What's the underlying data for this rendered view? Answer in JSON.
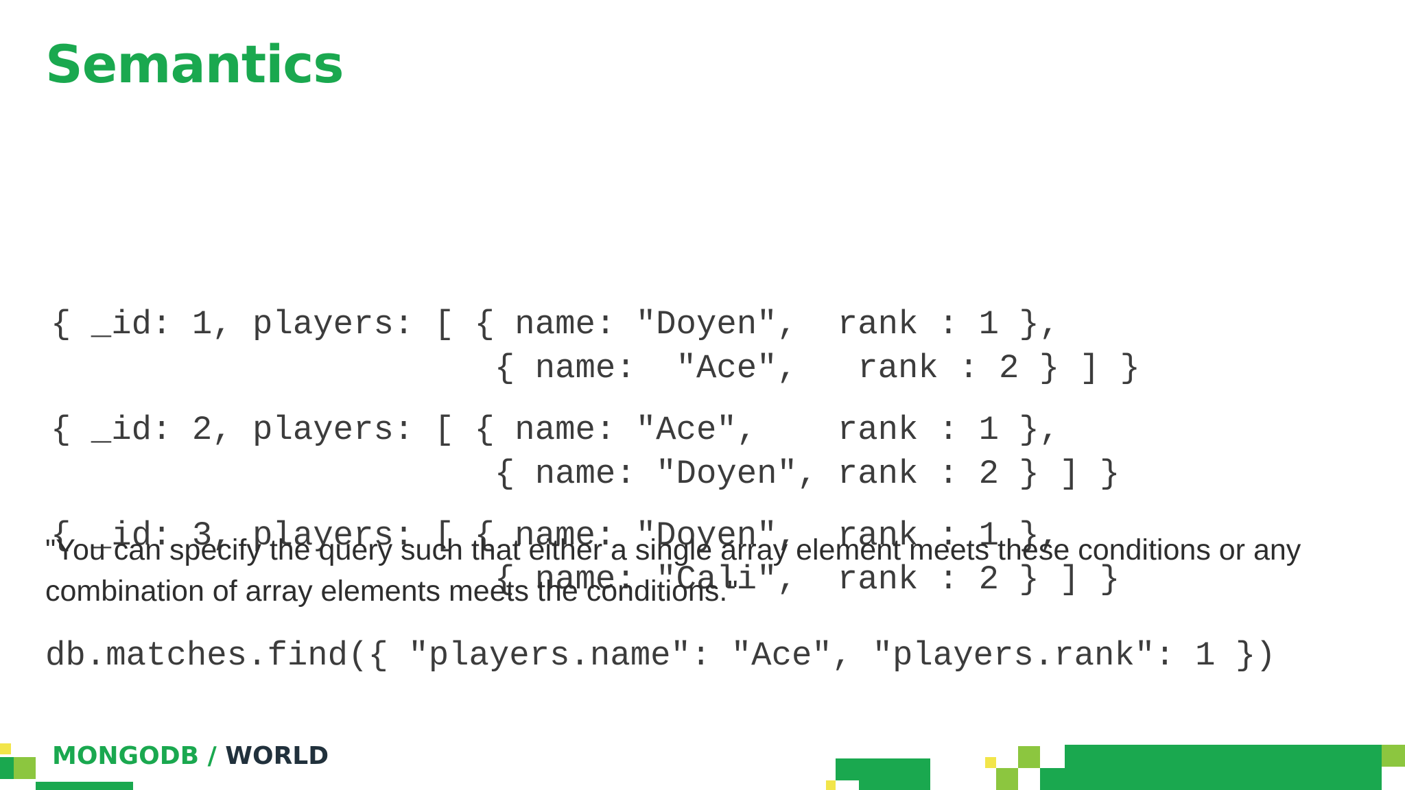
{
  "slide": {
    "title": "Semantics",
    "code_lines": [
      "{ _id: 1, players: [ { name: \"Doyen\",  rank : 1 },",
      "                      { name:  \"Ace\",   rank : 2 } ] }",
      "{ _id: 2, players: [ { name: \"Ace\",    rank : 1 },",
      "                      { name: \"Doyen\", rank : 2 } ] }",
      "{ _id: 3, players: [ { name: \"Doyen\",  rank : 1 },",
      "                      { name: \"Cali\",  rank : 2 } ] }"
    ],
    "quote": "\"You can specify the query such that either a single array element meets these conditions or any combination of array elements meets the conditions.\"",
    "query": "db.matches.find({ \"players.name\": \"Ace\", \"players.rank\": 1 })"
  },
  "footer": {
    "logo_left": "MONGODB / ",
    "logo_right": "WORLD"
  },
  "colors": {
    "accent_green": "#1aa84f",
    "light_green": "#8cc63f",
    "yellow": "#f2e54a",
    "dark_text": "#21313c"
  }
}
